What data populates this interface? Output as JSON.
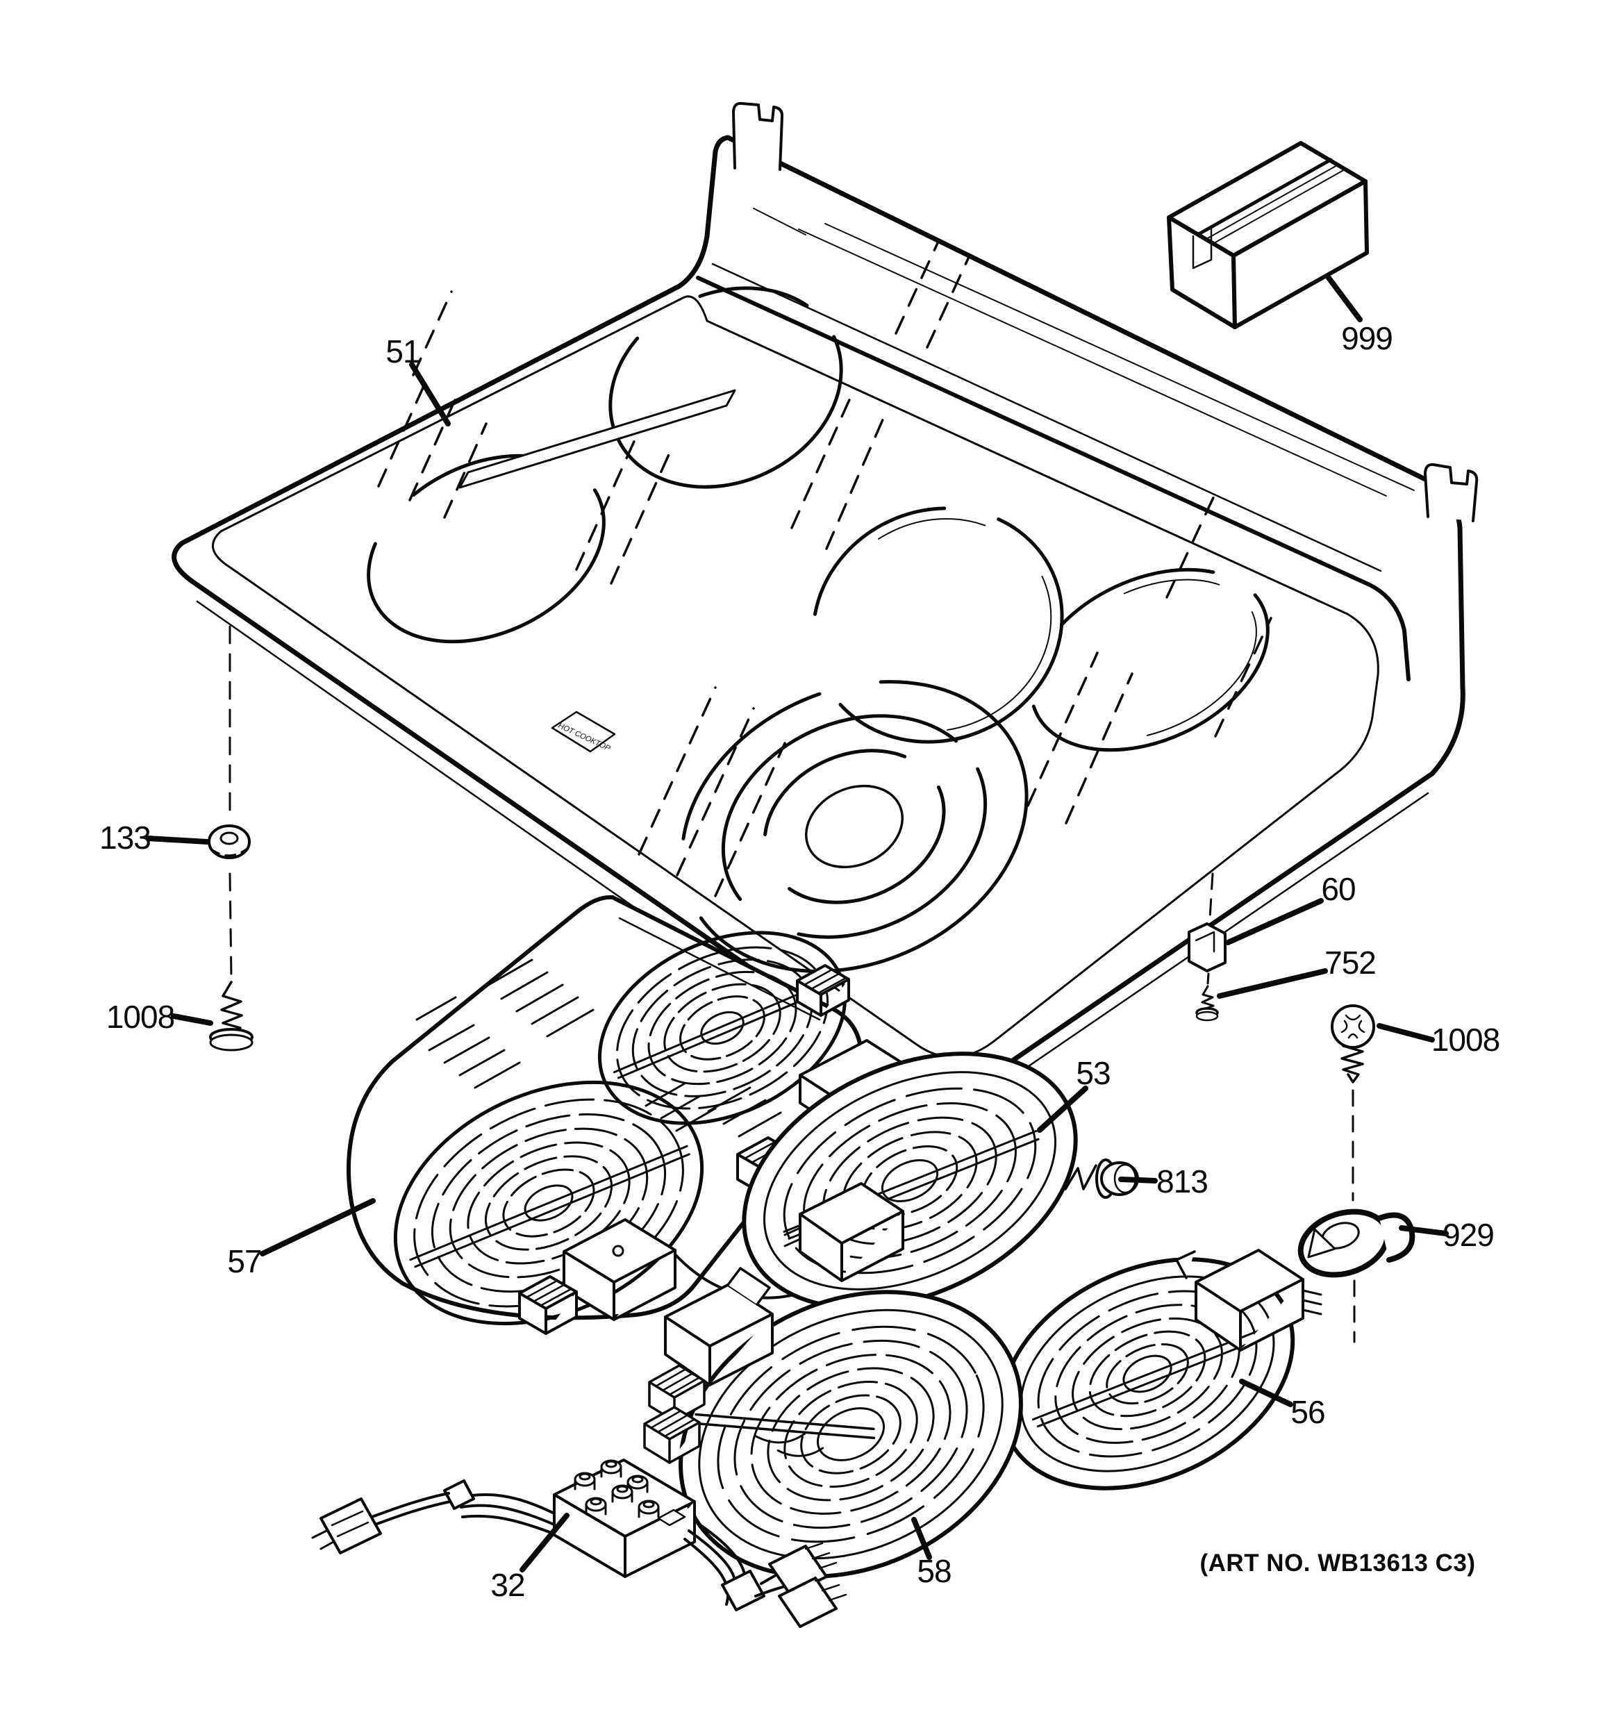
{
  "diagram": {
    "art_no": "(ART NO. WB13613 C3)",
    "decal_text": "HOT COOKTOP",
    "background_color": "#ffffff",
    "line_color": "#0a0a0a",
    "type": "exploded-parts-diagram",
    "subject": "range main cooktop assembly"
  },
  "callouts": [
    {
      "label": "51",
      "part": "main-glass-cooktop"
    },
    {
      "label": "999",
      "part": "shipping-carton"
    },
    {
      "label": "133",
      "part": "washer-grommet"
    },
    {
      "label": "1008",
      "part": "screw-left"
    },
    {
      "label": "60",
      "part": "retainer-clip"
    },
    {
      "label": "752",
      "part": "small-screw"
    },
    {
      "label": "1008",
      "part": "screw-right"
    },
    {
      "label": "53",
      "part": "radiant-element-right-rear"
    },
    {
      "label": "813",
      "part": "hex-washer-screw"
    },
    {
      "label": "929",
      "part": "locking-clip"
    },
    {
      "label": "57",
      "part": "radiant-element-assembly"
    },
    {
      "label": "56",
      "part": "radiant-element-right-front"
    },
    {
      "label": "58",
      "part": "radiant-element-front-center"
    },
    {
      "label": "32",
      "part": "wiring-harness-terminal-block"
    }
  ]
}
